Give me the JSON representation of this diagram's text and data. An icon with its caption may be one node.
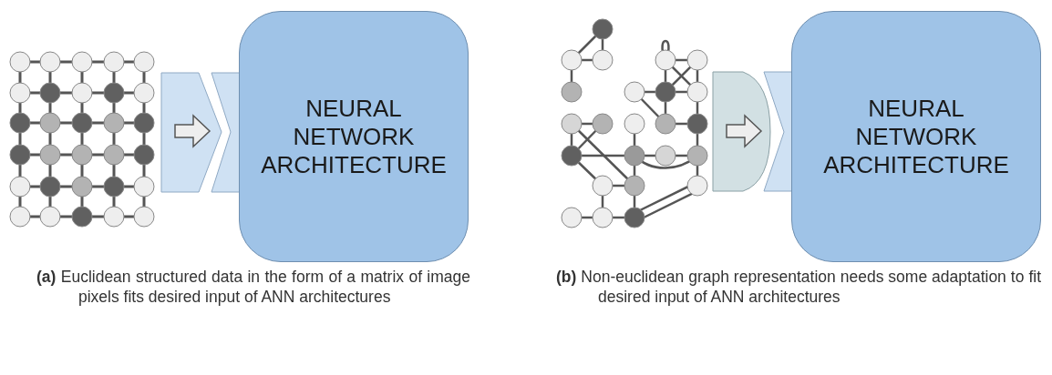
{
  "diagram": {
    "nodes": [
      {
        "text": [
          "NEURAL NETWORK ARCHITECTURE"
        ]
      },
      {
        "text": [
          "NEURAL NETWORK ARCHITECTURE"
        ]
      }
    ],
    "labels": [
      "**(a)** Euclidean structured data in the form of a matrix of image pixels fits desired input of ANN architectures",
      "**(b)** Non-euclidean graph representation needs some adaptation to fit desired input of ANN architectures"
    ]
  }
}
